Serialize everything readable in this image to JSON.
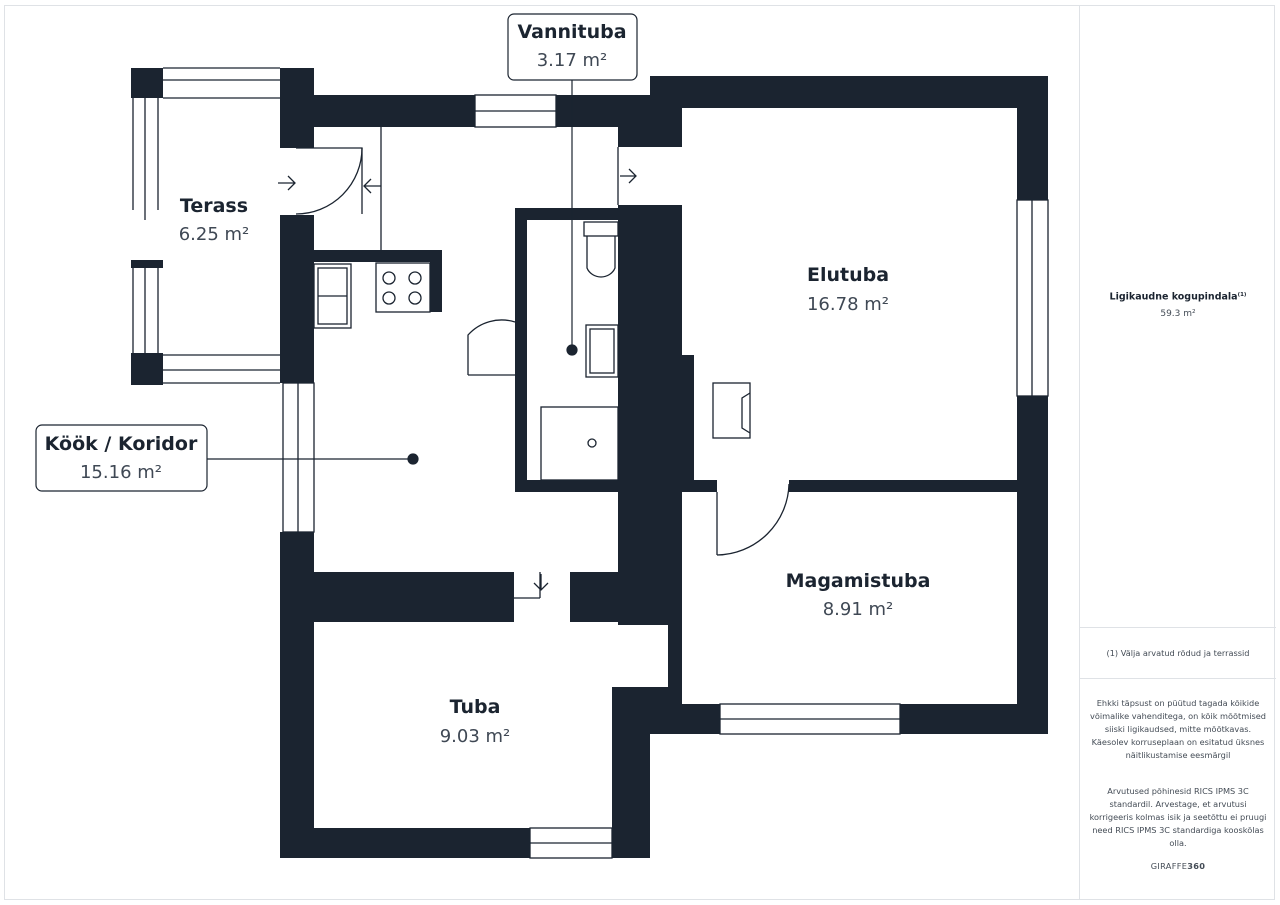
{
  "rooms": {
    "terass": {
      "name": "Terass",
      "area": "6.25 m²"
    },
    "vannituba": {
      "name": "Vannituba",
      "area": "3.17 m²"
    },
    "elutuba": {
      "name": "Elutuba",
      "area": "16.78 m²"
    },
    "kook": {
      "name": "Köök / Koridor",
      "area": "15.16 m²"
    },
    "magamistuba": {
      "name": "Magamistuba",
      "area": "8.91 m²"
    },
    "tuba": {
      "name": "Tuba",
      "area": "9.03 m²"
    }
  },
  "sidebar": {
    "total_label": "Ligikaudne kogupindala",
    "total_sup": "(1)",
    "total_value": "59.3 m²",
    "footnote": "(1) Välja arvatud rõdud ja terrassid",
    "disclaimer": "Ehkki täpsust on püütud tagada kõikide võimalike vahenditega, on kõik mõõtmised siiski ligikaudsed, mitte mõõtkavas. Käesolev korruseplaan on esitatud üksnes näitlikustamise eesmärgil",
    "standard": "Arvutused põhinesid RICS IPMS 3C standardil. Arvestage, et arvutusi korrigeeris kolmas isik ja seetõttu ei pruugi need RICS IPMS 3C standardiga kooskõlas olla.",
    "brand_light": "GIRAFFE",
    "brand_bold": "360"
  },
  "colors": {
    "wall": "#1b2430",
    "background": "#ffffff",
    "divider": "#dfe2e6"
  }
}
